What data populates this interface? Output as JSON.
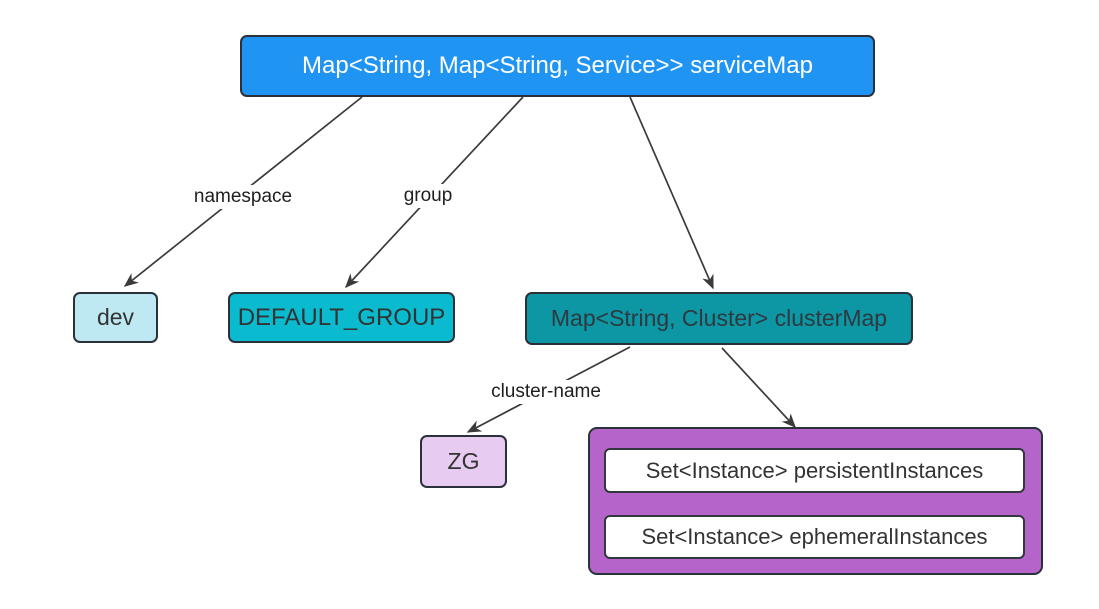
{
  "diagram": {
    "nodes": {
      "service_map": {
        "label": "Map<String, Map<String, Service>> serviceMap"
      },
      "dev": {
        "label": "dev"
      },
      "default_group": {
        "label": "DEFAULT_GROUP"
      },
      "cluster_map": {
        "label": "Map<String, Cluster> clusterMap"
      },
      "zg": {
        "label": "ZG"
      },
      "persistent_instances": {
        "label": "Set<Instance> persistentInstances"
      },
      "ephemeral_instances": {
        "label": "Set<Instance> ephemeralInstances"
      }
    },
    "edges": {
      "namespace": {
        "label": "namespace",
        "from": "service_map",
        "to": "dev"
      },
      "group": {
        "label": "group",
        "from": "service_map",
        "to": "default_group"
      },
      "to_cluster_map": {
        "label": "",
        "from": "service_map",
        "to": "cluster_map"
      },
      "cluster_name": {
        "label": "cluster-name",
        "from": "cluster_map",
        "to": "zg"
      },
      "to_instances": {
        "label": "",
        "from": "cluster_map",
        "to": "instances_container"
      }
    },
    "colors": {
      "root_fill": "#2094f3",
      "root_text": "#ffffff",
      "dev_fill": "#bee9f2",
      "default_group_fill": "#0abacf",
      "cluster_map_fill": "#0d96a3",
      "zg_fill": "#e8cbf0",
      "instances_container_fill": "#b565c9",
      "inner_node_fill": "#ffffff",
      "node_border": "#2b313b",
      "arrow_stroke": "#3b3b3b",
      "dark_text": "#333333",
      "background": "#ffffff"
    }
  }
}
